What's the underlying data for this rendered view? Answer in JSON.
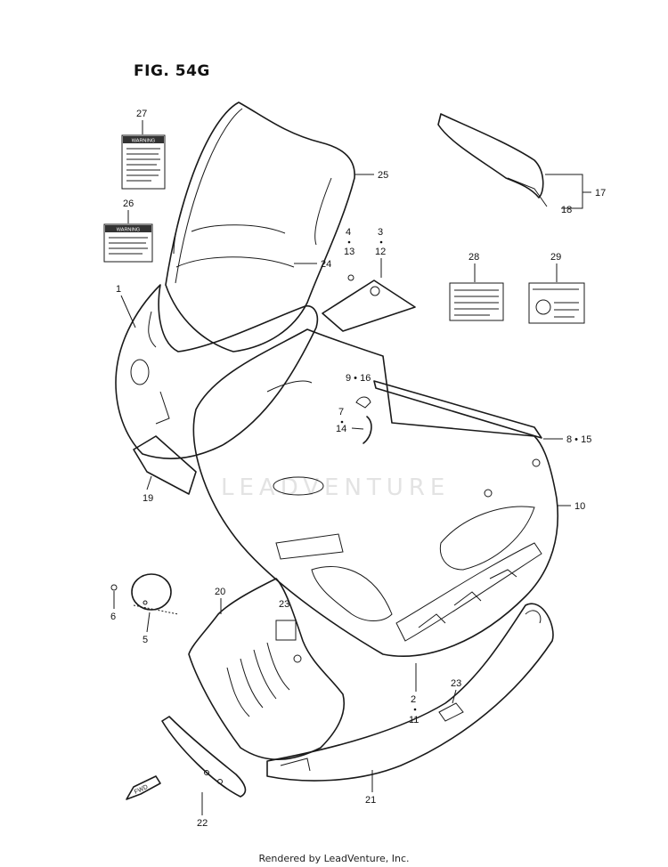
{
  "figure_title": "FIG. 54G",
  "watermark": "LEADVENTURE",
  "footer": "Rendered by LeadVenture, Inc.",
  "labels": {
    "warning": "WARNING",
    "fwd": "FWD"
  },
  "callouts": {
    "c1": "1",
    "c2": "2",
    "c3": "3",
    "c4": "4",
    "c5": "5",
    "c6": "6",
    "c7": "7",
    "c8_15": "8 • 15",
    "c9_16": "9 • 16",
    "c10": "10",
    "c11": "11",
    "c12": "12",
    "c13": "13",
    "c14": "14",
    "c17": "17",
    "c18": "18",
    "c19": "19",
    "c20": "20",
    "c21": "21",
    "c22": "22",
    "c23a": "23",
    "c23b": "23",
    "c24": "24",
    "c25": "25",
    "c26": "26",
    "c27": "27",
    "c28": "28",
    "c29": "29"
  }
}
